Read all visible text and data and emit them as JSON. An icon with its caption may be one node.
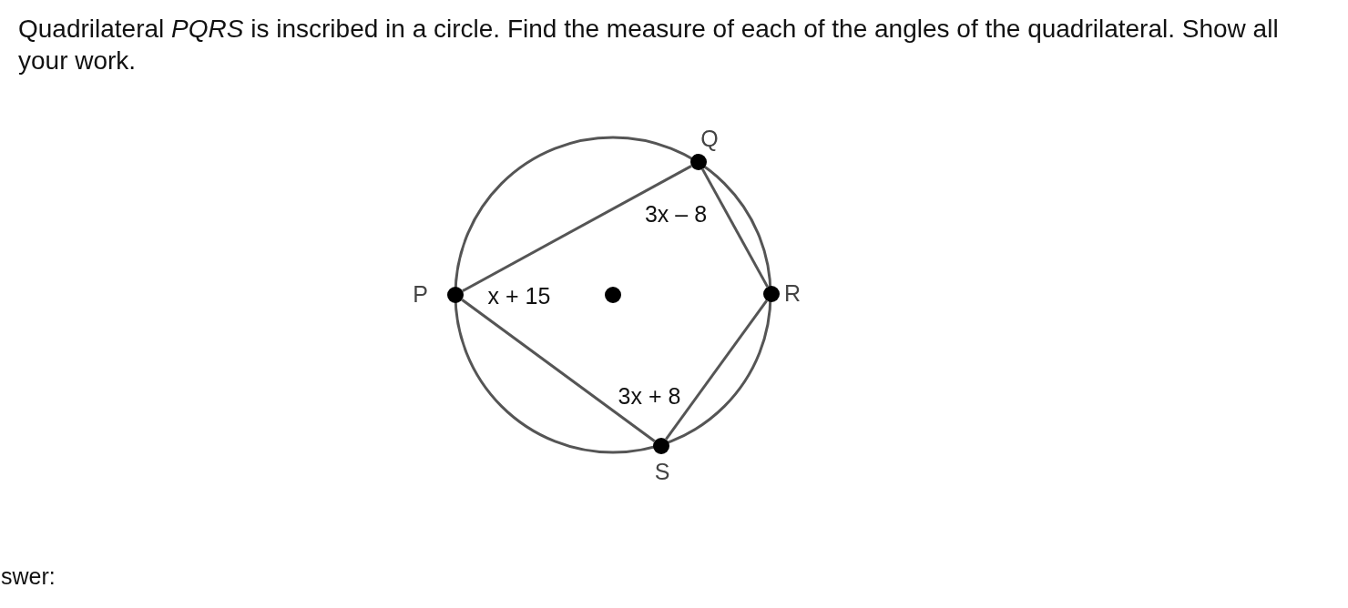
{
  "diagram": {
    "title": "Quadrilateral *PQRS* is inscribed in a circle. Find the measure of each of the angles of the quadrilateral. Show all your work.",
    "nodes": [
      {
        "text": [],
        "shape": "circle",
        "beside": [
          "P"
        ]
      },
      {
        "text": [],
        "shape": "circle",
        "beside": [
          "Q"
        ]
      },
      {
        "text": [],
        "shape": "circle",
        "beside": [
          "R"
        ]
      },
      {
        "text": [],
        "shape": "circle",
        "beside": [
          "S"
        ]
      },
      {
        "text": [],
        "shape": "circle"
      }
    ],
    "edges": [
      {
        "from": 0,
        "to": 1,
        "arrow": "none"
      },
      {
        "from": 1,
        "to": 2,
        "arrow": "none"
      },
      {
        "from": 2,
        "to": 3,
        "arrow": "none"
      },
      {
        "from": 3,
        "to": 0,
        "arrow": "none"
      }
    ],
    "labels": [
      "3x – 8",
      "x + 15",
      "3x + 8",
      "swer:"
    ]
  }
}
